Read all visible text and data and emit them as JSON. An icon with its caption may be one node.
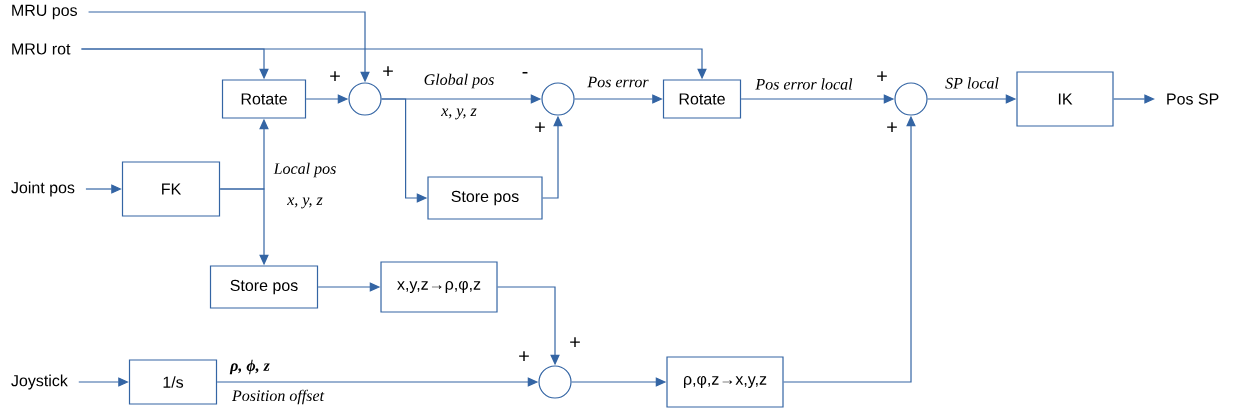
{
  "diagram": {
    "nodes": [
      {
        "text": [
          "MRU pos"
        ]
      },
      {
        "text": [
          "MRU rot"
        ]
      },
      {
        "text": [
          "Rotate"
        ]
      },
      {
        "text": [],
        "shape": "circle"
      },
      {
        "text": [],
        "shape": "circle"
      },
      {
        "text": [
          "Rotate"
        ]
      },
      {
        "text": [],
        "shape": "circle"
      },
      {
        "text": [
          "IK"
        ]
      },
      {
        "text": [
          "Pos SP"
        ]
      },
      {
        "text": [
          "Joint pos"
        ]
      },
      {
        "text": [
          "FK"
        ]
      },
      {
        "text": [
          "Store pos"
        ]
      },
      {
        "text": [
          "Store pos"
        ]
      },
      {
        "text": [
          "x,y,z→ρ,φ,z"
        ]
      },
      {
        "text": [
          "Joystick"
        ]
      },
      {
        "text": [
          "1/s"
        ]
      },
      {
        "text": [],
        "shape": "circle"
      },
      {
        "text": [
          "ρ,φ,z→x,y,z"
        ]
      }
    ],
    "edges": [
      {
        "from": 0,
        "to": 3,
        "arrow": "to"
      },
      {
        "from": 1,
        "to": 2,
        "arrow": "to"
      },
      {
        "from": 1,
        "to": 5,
        "arrow": "to"
      },
      {
        "from": 2,
        "to": 3,
        "arrow": "to"
      },
      {
        "from": 3,
        "to": 4,
        "arrow": "to",
        "label": "Global pos"
      },
      {
        "from": 3,
        "to": 11,
        "arrow": "to"
      },
      {
        "from": 11,
        "to": 4,
        "arrow": "to"
      },
      {
        "from": 4,
        "to": 5,
        "arrow": "to",
        "label": "Pos error"
      },
      {
        "from": 5,
        "to": 6,
        "arrow": "to",
        "label": "Pos error local"
      },
      {
        "from": 6,
        "to": 7,
        "arrow": "to",
        "label": "SP local"
      },
      {
        "from": 7,
        "to": 8,
        "arrow": "to"
      },
      {
        "from": 9,
        "to": 10,
        "arrow": "to"
      },
      {
        "from": 10,
        "to": 2,
        "arrow": "to"
      },
      {
        "from": 10,
        "to": 12,
        "arrow": "to"
      },
      {
        "from": 12,
        "to": 13,
        "arrow": "to"
      },
      {
        "from": 13,
        "to": 16,
        "arrow": "to"
      },
      {
        "from": 14,
        "to": 15,
        "arrow": "to"
      },
      {
        "from": 15,
        "to": 16,
        "arrow": "to"
      },
      {
        "from": 16,
        "to": 17,
        "arrow": "to"
      },
      {
        "from": 17,
        "to": 6,
        "arrow": "to"
      }
    ],
    "labels": [
      "+",
      "+",
      "+",
      "-",
      "x, y, z",
      "+",
      "+",
      "Local pos",
      "x, y, z",
      "+",
      "+",
      "ρ, ϕ, z",
      "Position offset"
    ]
  }
}
